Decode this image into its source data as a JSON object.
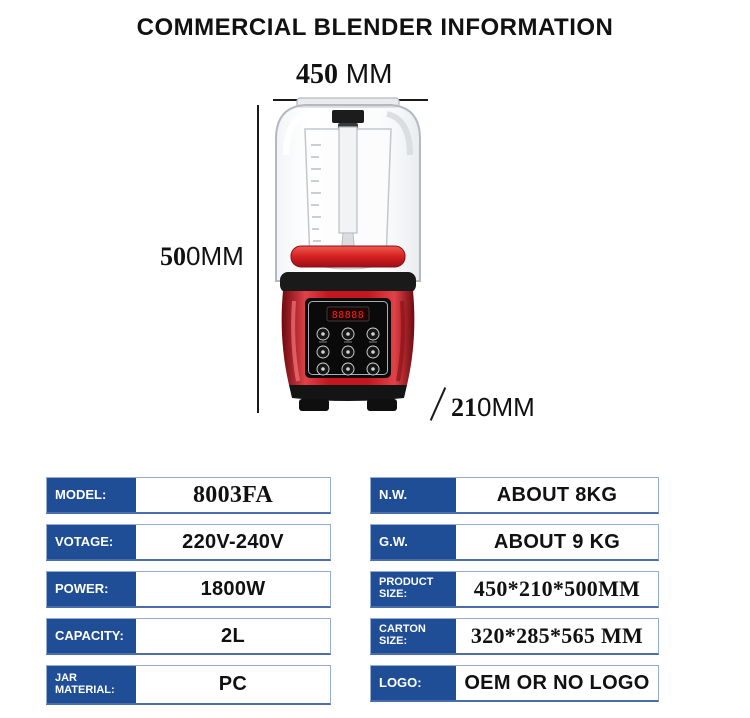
{
  "page": {
    "title": "COMMERCIAL BLENDER INFORMATION"
  },
  "dimensions": {
    "width": {
      "strong": "450",
      "rest": " MM"
    },
    "height": {
      "strong": "50",
      "rest": "0MM"
    },
    "depth": {
      "strong": "21",
      "rest": "0MM"
    }
  },
  "product": {
    "name": "commercial blender with sound enclosure",
    "display_digits": "88888",
    "body_color": "#c4161f",
    "accent_blue": "#1f4e97"
  },
  "spec_table": {
    "left": [
      {
        "label": "MODEL:",
        "value": "8003FA"
      },
      {
        "label": "VOTAGE:",
        "value": "220V-240V"
      },
      {
        "label": "POWER:",
        "value": "1800W"
      },
      {
        "label": "CAPACITY:",
        "value": "2L"
      },
      {
        "label": "JAR MATERIAL:",
        "value": "PC"
      }
    ],
    "right": [
      {
        "label": "N.W.",
        "value": "ABOUT 8KG"
      },
      {
        "label": "G.W.",
        "value": "ABOUT 9 KG"
      },
      {
        "label": "PRODUCT SIZE:",
        "value": "450*210*500MM"
      },
      {
        "label": "CARTON SIZE:",
        "value": "320*285*565 MM"
      },
      {
        "label": "LOGO:",
        "value": "OEM OR NO LOGO"
      }
    ]
  }
}
